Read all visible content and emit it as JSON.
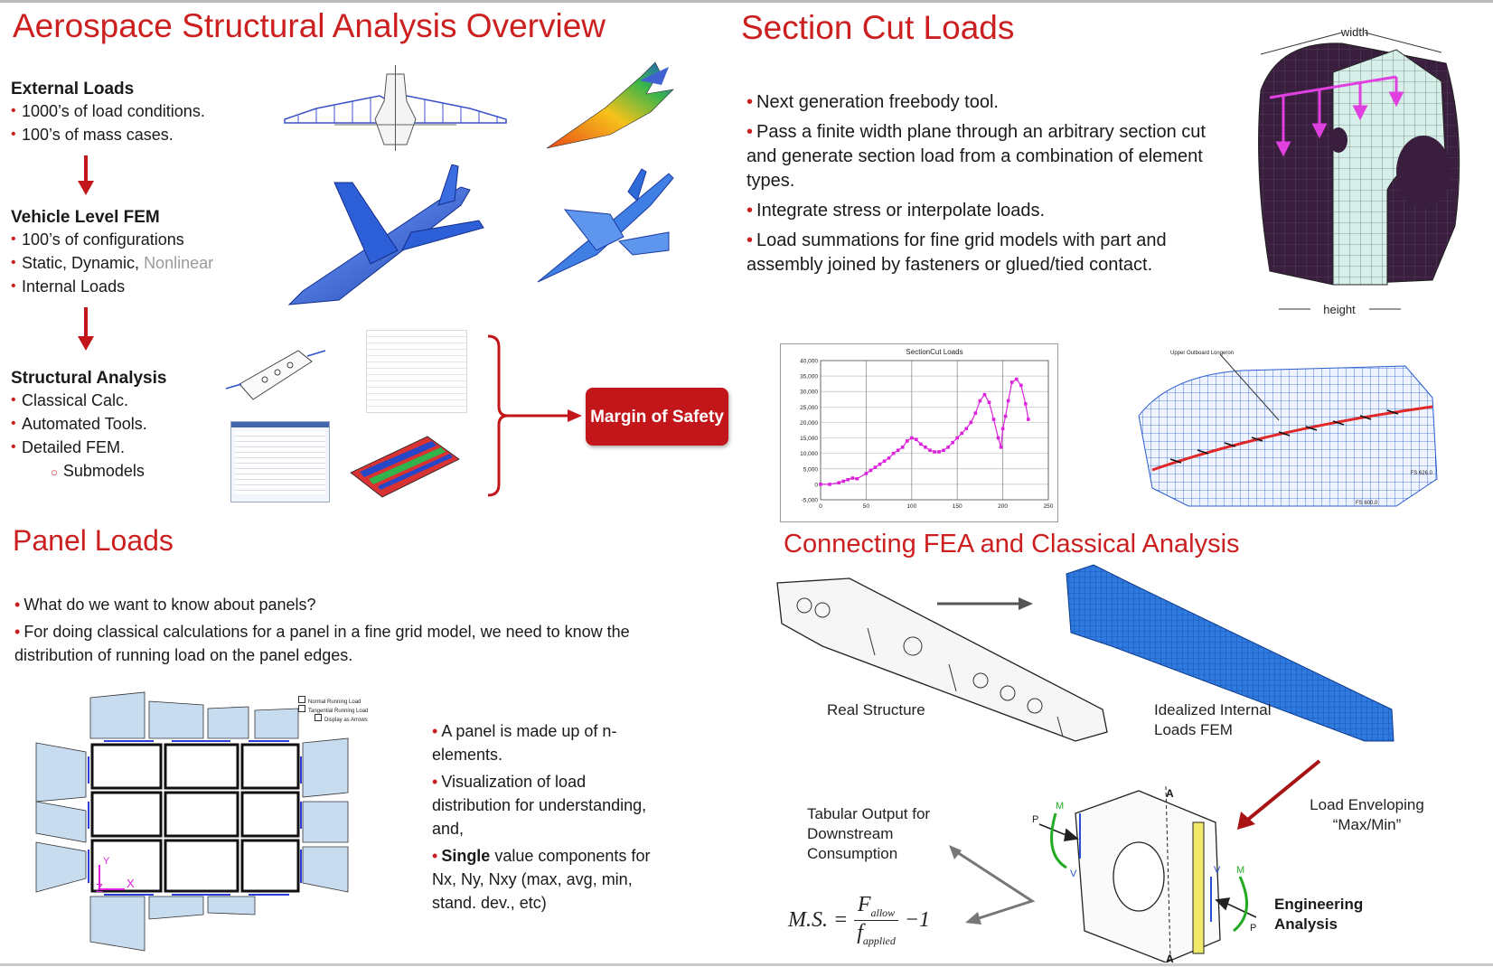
{
  "overview": {
    "title": "Aerospace Structural Analysis Overview",
    "external": {
      "heading": "External Loads",
      "items": [
        "1000’s of load conditions.",
        "100’s of mass cases."
      ]
    },
    "vehicle": {
      "heading": "Vehicle Level FEM",
      "items": [
        "100’s of configurations",
        "Static, Dynamic,",
        "Internal Loads"
      ],
      "nonlinear": "Nonlinear"
    },
    "structural": {
      "heading": "Structural Analysis",
      "items": [
        "Classical Calc.",
        "Automated Tools.",
        "Detailed FEM."
      ],
      "sub": "Submodels"
    },
    "margin_button": "Margin of Safety"
  },
  "section_cut": {
    "title": "Section Cut Loads",
    "bullets": [
      "Next generation freebody tool.",
      "Pass a finite width plane through an arbitrary section cut and generate section load from a combination of element types.",
      "Integrate stress or interpolate loads.",
      "Load summations for fine grid models with part and assembly joined by fasteners or glued/tied contact."
    ],
    "diagram_labels": {
      "width": "width",
      "height": "height"
    },
    "mesh_labels": {
      "top": "Upper Outboard Longeron",
      "right": "FS 626.0",
      "bottom": "FS 600.0"
    }
  },
  "panel_loads": {
    "title": "Panel Loads",
    "bullets": [
      "What do we want to know about panels?",
      "For doing classical calculations for a panel in a fine grid model, we need to know the distribution of running load on the panel edges."
    ],
    "right_bullets": [
      "A panel is made up of n-elements.",
      "Visualization of load distribution for understanding, and,"
    ],
    "single_bold": "Single",
    "single_rest": "value components for Nx, Ny, Nxy (max, avg, min, stand. dev., etc)",
    "legend": [
      "Normal Running Load",
      "Tangential Running Load",
      "Display as Arrows"
    ],
    "axis_z": "Z",
    "axis_x": "X",
    "axis_y": "Y"
  },
  "connecting": {
    "title": "Connecting FEA and Classical Analysis",
    "real_structure": "Real Structure",
    "idealized": "Idealized Internal Loads FEM",
    "load_env": "Load Enveloping “Max/Min”",
    "tabular": "Tabular Output for Downstream Consumption",
    "engineering": "Engineering Analysis",
    "formula_lhs": "M.S. =",
    "formula_num": "F",
    "formula_num_sub": "allow",
    "formula_den": "f",
    "formula_den_sub": "applied",
    "formula_tail": "−1",
    "section_marker": "A",
    "force_labels": {
      "p1": "P",
      "p2": "P",
      "v1": "V",
      "v2": "V",
      "m1": "M",
      "m2": "M"
    }
  },
  "colors": {
    "accent": "#cc1f1f",
    "series": "#dd22dd",
    "mesh_blue": "#2a5ccf"
  },
  "chart_data": {
    "type": "line",
    "title": "SectionCut Loads",
    "xlim": [
      0,
      250
    ],
    "ylim": [
      -5000,
      40000
    ],
    "x_ticks": [
      "0",
      "50",
      "100",
      "150",
      "200",
      "250"
    ],
    "y_ticks": [
      "-5,000",
      "0",
      "5,000",
      "10,000",
      "15,000",
      "20,000",
      "25,000",
      "30,000",
      "35,000",
      "40,000"
    ],
    "grid": true,
    "series": [
      {
        "x": [
          0,
          10,
          20,
          25,
          30,
          35,
          40,
          50,
          55,
          60,
          65,
          70,
          75,
          80,
          85,
          90,
          95,
          100,
          105,
          110,
          115,
          120,
          125,
          130,
          135,
          140,
          145,
          150,
          155,
          160,
          165,
          170,
          175,
          180,
          185,
          190,
          195,
          198,
          200,
          203,
          206,
          210,
          215,
          220,
          225,
          228
        ],
        "values": [
          0,
          0,
          500,
          1000,
          1500,
          2000,
          1800,
          3500,
          4500,
          5500,
          6500,
          7500,
          8500,
          10000,
          11000,
          12000,
          14000,
          15000,
          14500,
          13000,
          12000,
          11000,
          10500,
          10500,
          11000,
          12000,
          13500,
          15000,
          16500,
          18000,
          20000,
          23000,
          27000,
          29000,
          26500,
          21000,
          15000,
          12000,
          18000,
          22000,
          27000,
          33000,
          34000,
          32000,
          26000,
          21000
        ]
      }
    ]
  }
}
